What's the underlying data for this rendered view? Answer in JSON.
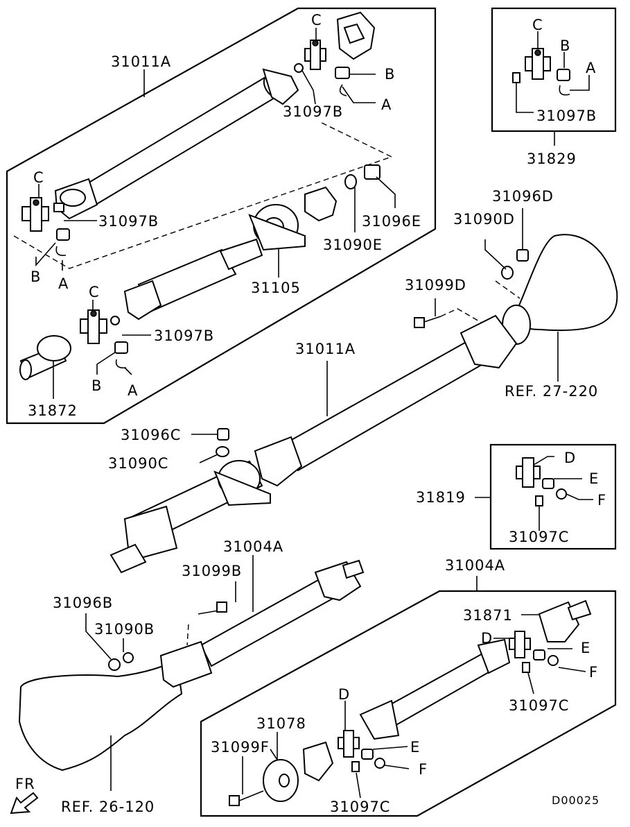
{
  "labels": {
    "shaft_upper_box": "31011A",
    "joint_c_1": "C",
    "joint_b_1": "B",
    "joint_a_1": "A",
    "fitting_1": "31097B",
    "fitting_2": "31097B",
    "joint_c_2": "C",
    "joint_b_2": "B",
    "joint_a_2": "A",
    "nut_e": "31096E",
    "washer_e": "31090E",
    "center_bearing": "31105",
    "joint_c_3": "C",
    "fitting_3": "31097B",
    "joint_b_3": "B",
    "joint_a_3": "A",
    "flange_yoke": "31872",
    "inset_joint_c": "C",
    "inset_joint_b": "B",
    "inset_joint_a": "A",
    "inset_fitting": "31097B",
    "inset_kit": "31829",
    "nut_d": "31096D",
    "washer_d": "31090D",
    "bolt_d": "31099D",
    "shaft_assembly": "31011A",
    "ref_rear": "REF. 27-220",
    "nut_c": "31096C",
    "washer_c": "31090C",
    "joint_kit_2": "31819",
    "joint_kit_2_d": "D",
    "joint_kit_2_e": "E",
    "joint_kit_2_f": "F",
    "joint_kit_2_fitting": "31097C",
    "front_shaft_1": "31004A",
    "bolt_b": "31099B",
    "nut_b": "31096B",
    "washer_b": "31090B",
    "front_shaft_2": "31004A",
    "slip_yoke": "31871",
    "lower_d_1": "D",
    "lower_e_1": "E",
    "lower_f_1": "F",
    "lower_fitting_1": "31097C",
    "dynamic_damper": "31078",
    "bolt_f": "31099F",
    "lower_d_2": "D",
    "lower_e_2": "E",
    "lower_f_2": "F",
    "lower_fitting_2": "31097C",
    "ref_front": "REF. 26-120",
    "direction": "FR",
    "drawing_code": "D00025"
  }
}
